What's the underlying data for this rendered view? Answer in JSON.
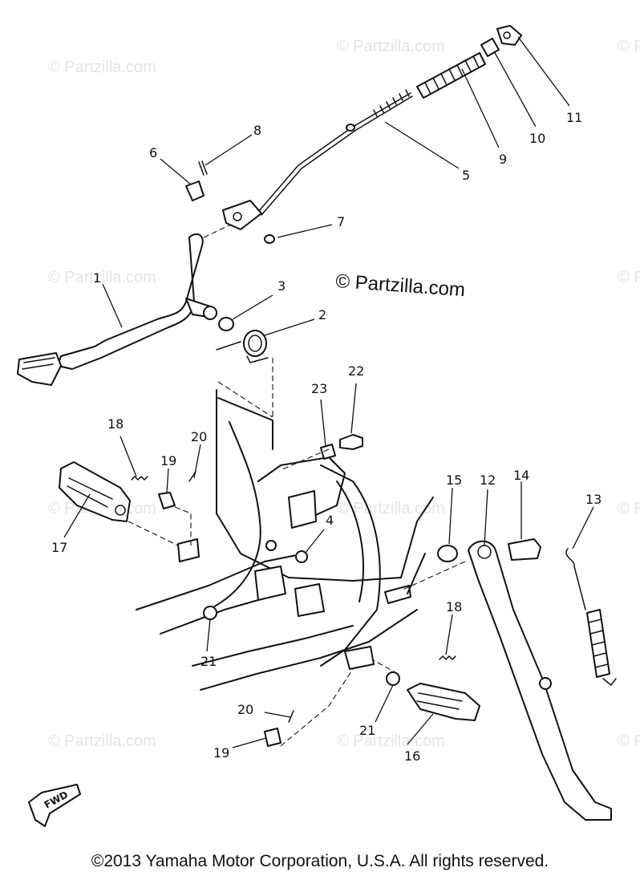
{
  "watermark": "© Partzilla.com",
  "center_watermark": "© Partzilla.com",
  "fwd_label": "FWD",
  "copyright": "©2013  Yamaha Motor Corporation, U.S.A. All rights reserved.",
  "callouts": {
    "c1": "1",
    "c2": "2",
    "c3": "3",
    "c4": "4",
    "c5": "5",
    "c6": "6",
    "c7": "7",
    "c8": "8",
    "c9": "9",
    "c10": "10",
    "c11": "11",
    "c12": "12",
    "c13": "13",
    "c14": "14",
    "c15": "15",
    "c16": "16",
    "c17": "17",
    "c18a": "18",
    "c18b": "18",
    "c19a": "19",
    "c19b": "19",
    "c20a": "20",
    "c20b": "20",
    "c21a": "21",
    "c21b": "21",
    "c22": "22",
    "c23": "23"
  }
}
